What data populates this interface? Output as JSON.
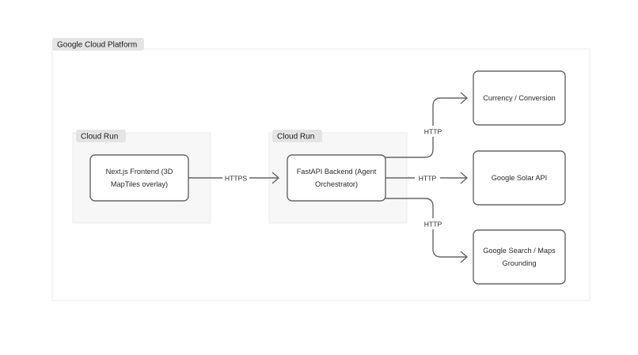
{
  "diagram": {
    "container": {
      "label": "Google Cloud Platform"
    },
    "clusters": [
      {
        "id": "cloud-run-frontend",
        "label": "Cloud Run"
      },
      {
        "id": "cloud-run-backend",
        "label": "Cloud Run"
      }
    ],
    "nodes": [
      {
        "id": "frontend",
        "lines": [
          "Next.js Frontend (3D",
          "MapTiles overlay)"
        ]
      },
      {
        "id": "backend",
        "lines": [
          "FastAPI Backend (Agent",
          "Orchestrator)"
        ]
      },
      {
        "id": "currency",
        "lines": [
          "Currency / Conversion"
        ]
      },
      {
        "id": "solar",
        "lines": [
          "Google Solar API"
        ]
      },
      {
        "id": "grounding",
        "lines": [
          "Google Search / Maps",
          "Grounding"
        ]
      }
    ],
    "edges": [
      {
        "id": "frontend-to-backend",
        "label": "HTTPS"
      },
      {
        "id": "backend-to-currency",
        "label": "HTTP"
      },
      {
        "id": "backend-to-solar",
        "label": "HTTP"
      },
      {
        "id": "backend-to-grounding",
        "label": "HTTP"
      }
    ],
    "colors": {
      "stroke": "#666666",
      "cluster_fill": "#f7f7f7",
      "cluster_stroke": "#ebebeb",
      "pill_fill": "#e4e4e4",
      "text": "#2b2b2b",
      "page_background": "#ffffff"
    }
  }
}
